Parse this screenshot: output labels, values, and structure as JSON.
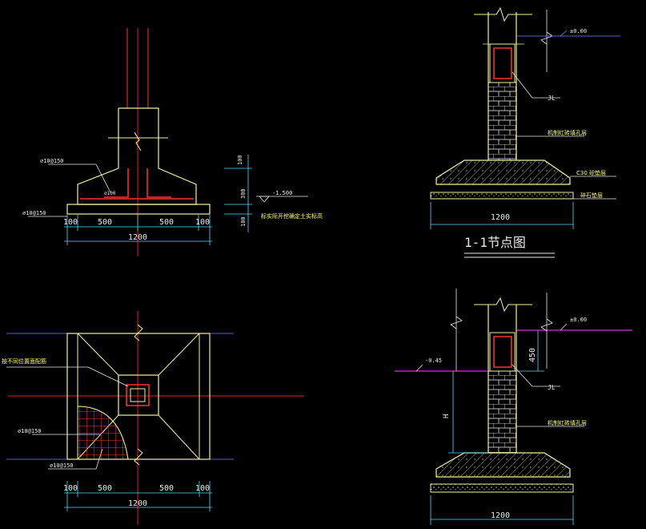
{
  "colors": {
    "background": "#000000",
    "concrete_outline": "#f5f0a0",
    "rebar": "#ff3030",
    "centerline": "#e02020",
    "dimension": "#50d8ff",
    "level": "#ff40ff",
    "leader": "#8080ff",
    "text": "#e8e8e8",
    "title": "#ffff66"
  },
  "elevation_detail": {
    "rebar_top": "⌀10@150",
    "rebar_bottom": "⌀10@150",
    "rebar_pedestal": "⌀100",
    "level_value": "-1.500",
    "level_note": "标实际开挖确定土实标高",
    "dims_vertical": [
      "100",
      "300",
      "100"
    ],
    "dims_row": [
      "100",
      "500",
      "500",
      "100"
    ],
    "dim_total": "1200"
  },
  "plan_detail": {
    "note": "按不同位置面配筋",
    "rebar_1": "⌀10@150",
    "rebar_2": "⌀10@150",
    "dims_row": [
      "100",
      "500",
      "500",
      "100"
    ],
    "dim_total": "1200"
  },
  "section_1_1": {
    "level_top": "±0.00",
    "tie_beam": "JL",
    "brick_label": "机制红砖填孔层",
    "cushion_label": "C30  砼垫层",
    "gravel_label": "碎石垫层",
    "dim_total": "1200",
    "title": "1-1节点图"
  },
  "section_2": {
    "level_top": "±0.00",
    "level_ground": "-0.45",
    "dim_450": "450",
    "dim_h": "H",
    "tie_beam": "JL",
    "brick_label": "机制红砖填孔层",
    "dim_total": "1200"
  }
}
